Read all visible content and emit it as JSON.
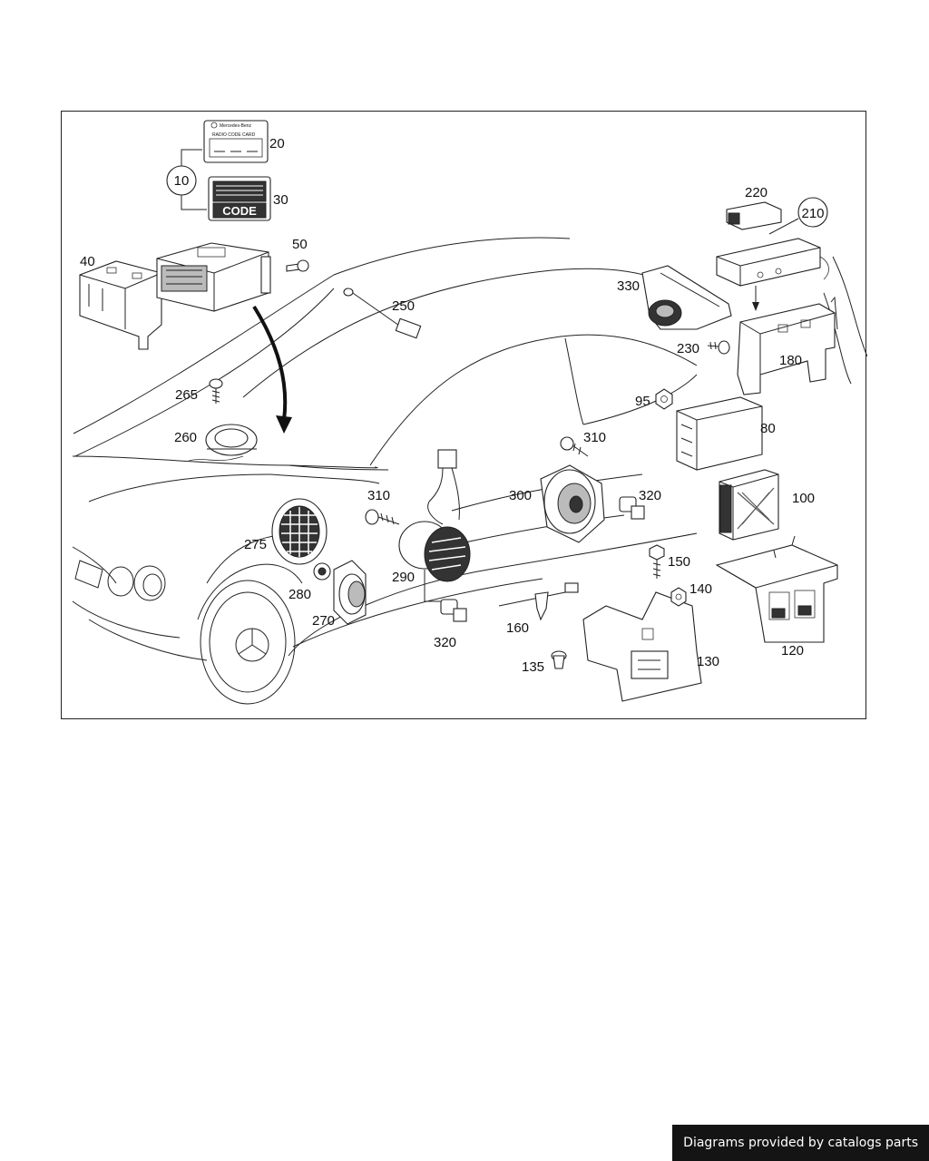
{
  "diagram": {
    "callouts": {
      "p10": "10",
      "p20": "20",
      "p30": "30",
      "p40": "40",
      "p50": "50",
      "p80": "80",
      "p95": "95",
      "p100": "100",
      "p120": "120",
      "p130": "130",
      "p135": "135",
      "p140": "140",
      "p150": "150",
      "p160": "160",
      "p180": "180",
      "p210": "210",
      "p220": "220",
      "p230": "230",
      "p250": "250",
      "p260": "260",
      "p265": "265",
      "p270": "270",
      "p275": "275",
      "p280": "280",
      "p290": "290",
      "p300": "300",
      "p310a": "310",
      "p310b": "310",
      "p320a": "320",
      "p320b": "320",
      "p330": "330"
    },
    "card": {
      "brand": "Mercedes-Benz",
      "title": "RADIO CODE CARD"
    },
    "sticker_text": "CODE"
  },
  "footer": {
    "credit": "Diagrams provided by catalogs parts"
  }
}
